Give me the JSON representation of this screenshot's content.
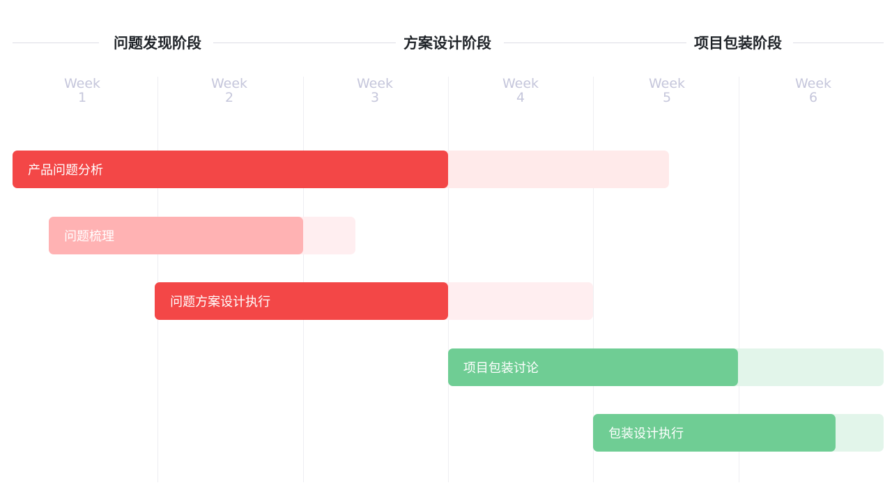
{
  "chart_data": {
    "type": "gantt",
    "phases": [
      {
        "name": "问题发现阶段"
      },
      {
        "name": "方案设计阶段"
      },
      {
        "name": "项目包装阶段"
      }
    ],
    "weeks": [
      {
        "top": "Week",
        "num": "1"
      },
      {
        "top": "Week",
        "num": "2"
      },
      {
        "top": "Week",
        "num": "3"
      },
      {
        "top": "Week",
        "num": "4"
      },
      {
        "top": "Week",
        "num": "5"
      },
      {
        "top": "Week",
        "num": "6"
      }
    ],
    "x_range_weeks": [
      0,
      6
    ],
    "tasks": [
      {
        "name": "产品问题分析",
        "start": 0.0,
        "end": 3.0,
        "end_extended": 4.52,
        "color": "#f34747",
        "track_color": "#ffeaea"
      },
      {
        "name": "问题梳理",
        "start": 0.25,
        "end": 2.0,
        "end_extended": 2.36,
        "color": "#ffb2b3",
        "track_color": "#ffeef0"
      },
      {
        "name": "问题方案设计执行",
        "start": 0.98,
        "end": 3.0,
        "end_extended": 4.0,
        "color": "#f34747",
        "track_color": "#ffeef0"
      },
      {
        "name": "项目包装讨论",
        "start": 3.0,
        "end": 5.0,
        "end_extended": 6.0,
        "color": "#6fcd94",
        "track_color": "#e2f5ea"
      },
      {
        "name": "包装设计执行",
        "start": 4.0,
        "end": 5.67,
        "end_extended": 6.0,
        "color": "#6fcd94",
        "track_color": "#e2f5ea"
      }
    ],
    "grid": true
  }
}
